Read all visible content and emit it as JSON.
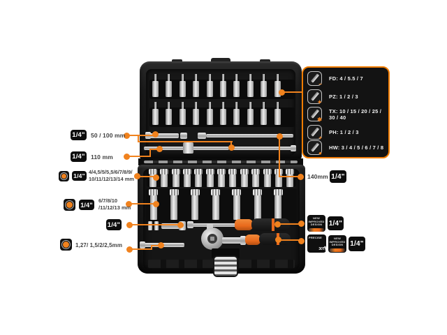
{
  "colors": {
    "background": "#ffffff",
    "accent_orange": "#f0821e",
    "handle_orange": "#e96a1c",
    "badge_black": "#0d0d0d",
    "panel_border": "#f07c00",
    "case_black": "#1b1b1b",
    "chrome": "#d9d9d9",
    "label_text": "#414141",
    "panel_text": "#f2f2f2"
  },
  "left_callouts": [
    {
      "badge": "1/4\"",
      "label": "50 / 100 mm"
    },
    {
      "badge": "1/4\"",
      "label": "110 mm"
    },
    {
      "icon": "socket-end-icon",
      "badge": "1/4\"",
      "line1": "4/4,5/5/5,5/6/7/8/9/",
      "line2": "10/11/12/13/14 mm"
    },
    {
      "icon": "socket-end-icon",
      "badge": "1/4\"",
      "line1": "6/7/8/10",
      "line2": "/11/12/13 mm"
    },
    {
      "badge": "1/4\""
    },
    {
      "icon": "socket-end-icon",
      "label": "1,27/ 1,5/2/2,5mm"
    }
  ],
  "right_callouts": {
    "extension": {
      "label": "140mm",
      "badge": "1/4\""
    },
    "driver": {
      "badge": "1/4\""
    },
    "ratchet": {
      "badge": "1/4\""
    },
    "new_design_badge": {
      "lines": [
        "NEW",
        "IMPROVED",
        "DESIGN"
      ]
    },
    "precise_badge": {
      "top": "PRECISE",
      "bottom": "30T"
    }
  },
  "bits_panel": {
    "rows": [
      {
        "symbol": "–",
        "label": "FD: 4 / 5.5 / 7"
      },
      {
        "symbol": "✦",
        "label": "PZ: 1 / 2 / 3"
      },
      {
        "symbol": "✱",
        "label": "TX: 10 / 15 / 20 / 25 / 30 / 40"
      },
      {
        "symbol": "+",
        "label": "PH: 1 / 2 / 3"
      },
      {
        "symbol": "●",
        "label": "HW: 3 / 4 / 5 / 6 / 7 / 8"
      }
    ]
  },
  "case_contents": {
    "bit_rows": [
      {
        "count": 10
      },
      {
        "count": 10
      }
    ],
    "short_socket_count": 13,
    "long_socket_count": 7
  }
}
